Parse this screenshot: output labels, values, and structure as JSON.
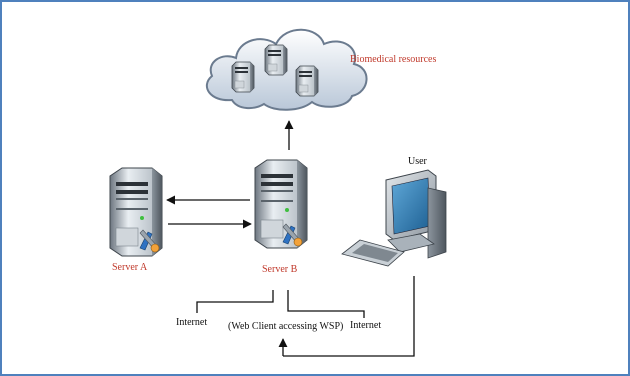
{
  "labels": {
    "cloud": "Biomedical resources",
    "server_a": "Server A",
    "server_b": "Server B",
    "user": "User",
    "internet_left": "Internet",
    "internet_right": "Internet",
    "web_client": "(Web Client accessing WSP)"
  },
  "colors": {
    "frame_border": "#4f81bd",
    "server_label": "#c0392b",
    "line": "#111111"
  },
  "icons": [
    "cloud-icon",
    "server-icon",
    "desktop-computer-icon",
    "keyboard-icon"
  ]
}
